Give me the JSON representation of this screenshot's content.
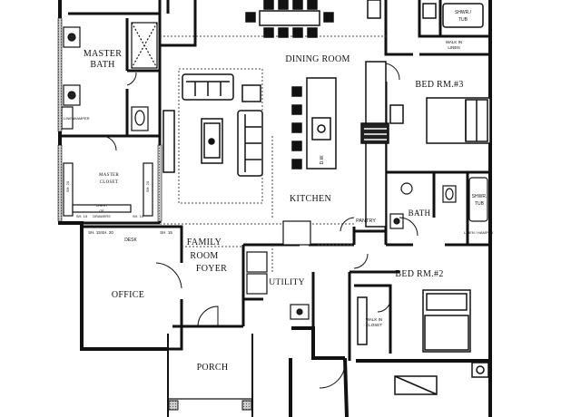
{
  "rooms": {
    "master_bath": [
      "MASTER",
      "BATH"
    ],
    "dining_room": "DINING ROOM",
    "bed3": "BED RM.#3",
    "shwr_tub_top": [
      "SHWR./",
      "TUB"
    ],
    "walk_in_linen_top": [
      "WALK IN",
      "LINEN"
    ],
    "linen_hamper_left": [
      "LINEN",
      "HAMPER"
    ],
    "master_closet": [
      "MASTER",
      "CLOSET"
    ],
    "chest_of_drawers": [
      "CHEST",
      "OF",
      "DRAWERS"
    ],
    "kitchen": "KITCHEN",
    "pantry": "PANTRY",
    "bath": "BATH",
    "shwr_tub_bath": [
      "SHWR.",
      "TUB"
    ],
    "linen_hamper_bath": "LINEN / HAMPER",
    "family_room": [
      "FAMILY",
      "ROOM"
    ],
    "foyer": "FOYER",
    "office": "OFFICE",
    "desk": "DESK",
    "utility": "UTILITY",
    "bed2": "BED RM.#2",
    "walk_in_closet": [
      "WALK IN",
      "CLOSET"
    ],
    "porch": "PORCH",
    "dw": "D.W.",
    "shelf_labels": [
      "SH. 15",
      "SH. 20",
      "SH. 15"
    ],
    "closet_shelves": [
      "SH. 20",
      "SH. 20",
      "SH. 15",
      "SH. 15"
    ]
  },
  "colors": {
    "wall": "#111111",
    "dotted": "#444444",
    "floor": "#ffffff"
  }
}
